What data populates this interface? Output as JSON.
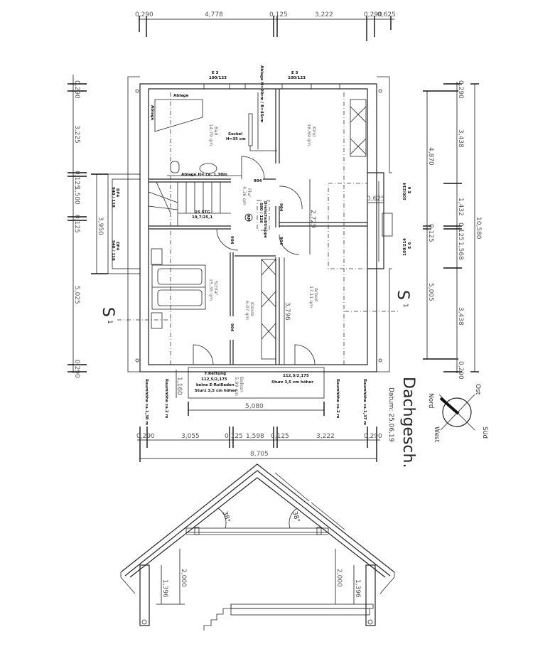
{
  "title": "Dachgesch.",
  "date": "Datum: 25.06.19",
  "compass": {
    "north": "Nord",
    "east": "Ost",
    "south": "Süd",
    "west": "West"
  },
  "top_dims": [
    "0,290",
    "4,778",
    "0,125",
    "3,222",
    "0,290",
    "0,625"
  ],
  "bottom_dims": [
    "0,290",
    "3,055",
    "0,125",
    "1,598",
    "0,125",
    "3,222",
    "0,290"
  ],
  "bottom_total": "8,705",
  "balcony_dim": "5,080",
  "balcony_depth": "1,160",
  "left_dims": [
    "0,290",
    "3,225",
    "0,125",
    "1,500",
    "0,125",
    "5,025",
    "0,290"
  ],
  "left_bay_dim": "3,950",
  "right_inner_dims": [
    "4,870",
    "0,125",
    "5,005"
  ],
  "right_dims": [
    "0,290",
    "3,438",
    "1,432",
    "0,125",
    "1,568",
    "3,438",
    "0,290"
  ],
  "right_total": "10,580",
  "inner_dims": {
    "flur_width": "2,729",
    "arbeit_depth": "3,796",
    "kind_bump": "0,625"
  },
  "windows": {
    "e3": "E 3",
    "e3_size": "100/123",
    "e6": "E 6",
    "e6_size": "100/214",
    "df4": "DF4",
    "df4_size": "940 / 118",
    "door": "904"
  },
  "annotations": {
    "ablage": "Ablage",
    "ablage_height": "Ablage H= ca. 1,30m",
    "ablage_vert": "Ablage H=20cm / B=45cm",
    "sockel": "Sockel",
    "sockel_h": "H=35 cm",
    "stairs": "15 STG",
    "stairs_size": "19,7/25,1",
    "attic_stair": "Dreischubtreppe",
    "attic_stair_size": "580 / 126",
    "rauchmelder": "RM",
    "fluchtweg": "F.Rettung",
    "door_size": "112,5/2,175",
    "no_shutter": "keine E-Rollladen",
    "lintel": "Sturz 3,5 cm höher",
    "raum_1": "Raumhöhe ca.1,38 m",
    "raum_2": "Raumhöhe ca.2 m",
    "raum_3": "Raumhöhe ca.2 m",
    "raum_4": "Raumhöhe ca.1,37 m",
    "section": "S",
    "section_no": "1"
  },
  "rooms": [
    {
      "name": "Bad",
      "area": "14,79 qm"
    },
    {
      "name": "Kind",
      "area": "16,59 qm"
    },
    {
      "name": "Flur",
      "area": "4,36 qm"
    },
    {
      "name": "Schlaf",
      "area": "15,35 qm"
    },
    {
      "name": "Kleide",
      "area": "6,07 qm"
    },
    {
      "name": "Arbeit",
      "area": "17,11 qm"
    },
    {
      "name": "Balkon",
      "area": "5,89 qm"
    }
  ],
  "section_view": {
    "angle": "38°",
    "height_a": "2,000",
    "height_b": "1,396"
  }
}
